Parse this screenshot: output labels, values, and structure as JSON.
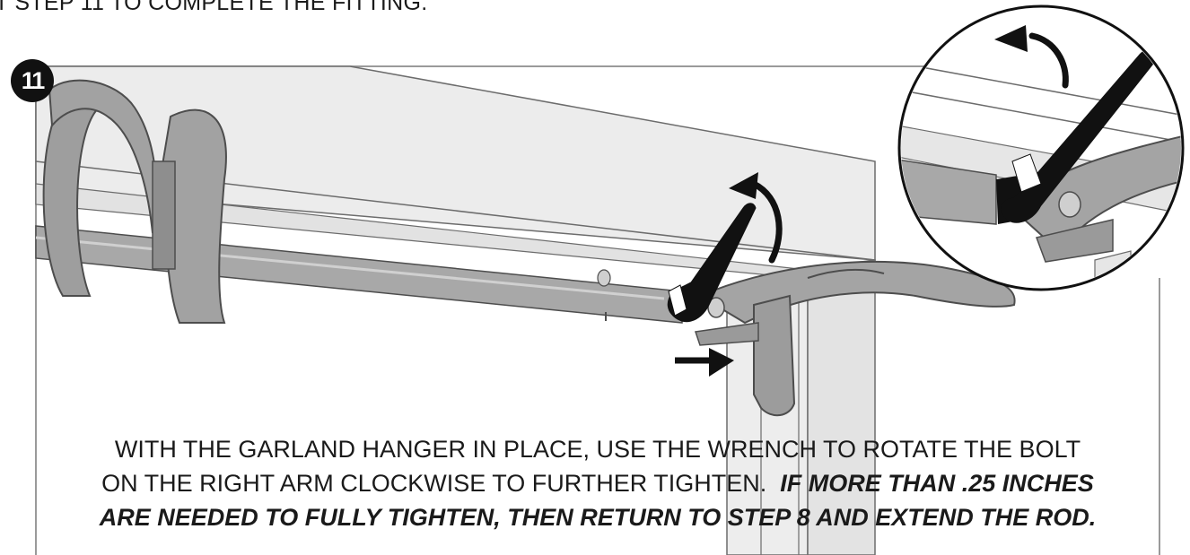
{
  "header": {
    "caption": "T STEP 11 TO COMPLETE THE FITTING."
  },
  "step": {
    "number": "11"
  },
  "instructions": {
    "line1": "WITH THE GARLAND HANGER IN PLACE, USE THE WRENCH TO ROTATE THE BOLT",
    "line2_plain": "ON THE RIGHT ARM CLOCKWISE TO FURTHER TIGHTEN.",
    "line2_emph": "IF MORE THAN .25 INCHES",
    "line3_emph": "ARE NEEDED TO FULLY TIGHTEN, THEN RETURN TO STEP 8 AND EXTEND THE ROD."
  },
  "colors": {
    "frame": "#9a9a9a",
    "door": "#e9e9e9",
    "rod": "#a7a7a7",
    "hanger": "#9e9e9e",
    "wrench": "#111111",
    "text": "#1a1a1a"
  },
  "icons": {
    "rotate_arrow": "curved-arrow-icon",
    "push_arrow": "right-arrow-icon",
    "wrench": "wrench-icon"
  }
}
